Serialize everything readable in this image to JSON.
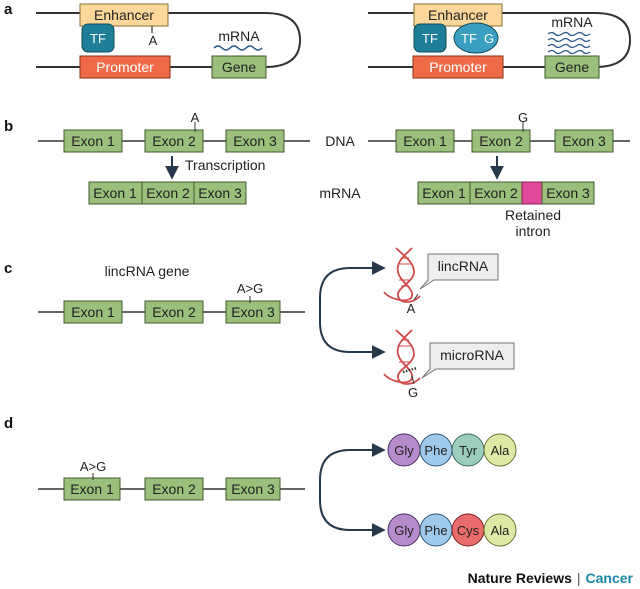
{
  "panels": {
    "a": {
      "letter": "a",
      "left": {
        "enhancer": "Enhancer",
        "tf": "TF",
        "allele": "A",
        "mrna": "mRNA",
        "promoter": "Promoter",
        "gene": "Gene"
      },
      "right": {
        "enhancer": "Enhancer",
        "tf": "TF",
        "tf2": "TF",
        "allele": "G",
        "mrna": "mRNA",
        "promoter": "Promoter",
        "gene": "Gene"
      }
    },
    "b": {
      "letter": "b",
      "dna_label": "DNA",
      "mrna_label": "mRNA",
      "left": {
        "allele": "A",
        "exons": [
          "Exon 1",
          "Exon 2",
          "Exon 3"
        ],
        "transcription": "Transcription",
        "mrna_exons": [
          "Exon 1",
          "Exon 2",
          "Exon 3"
        ]
      },
      "right": {
        "allele": "G",
        "exons": [
          "Exon 1",
          "Exon 2",
          "Exon 3"
        ],
        "mrna_exons": [
          "Exon 1",
          "Exon 2",
          "Exon 3"
        ],
        "retained_line1": "Retained",
        "retained_line2": "intron"
      }
    },
    "c": {
      "letter": "c",
      "gene_label": "lincRNA gene",
      "variant": "A>G",
      "exons": [
        "Exon 1",
        "Exon 2",
        "Exon 3"
      ],
      "top_callout": "lincRNA",
      "top_allele": "A",
      "bottom_callout": "microRNA",
      "bottom_allele": "G"
    },
    "d": {
      "letter": "d",
      "variant": "A>G",
      "exons": [
        "Exon 1",
        "Exon 2",
        "Exon 3"
      ],
      "top_peptide": [
        "Gly",
        "Phe",
        "Tyr",
        "Ala"
      ],
      "bottom_peptide": [
        "Gly",
        "Phe",
        "Cys",
        "Ala"
      ]
    }
  },
  "footer": {
    "journal": "Nature Reviews",
    "separator": "|",
    "section": "Cancer"
  },
  "colors": {
    "exon_fill": "#9cbf7b",
    "exon_stroke": "#3f5a2c",
    "enhancer_fill": "#fcd79a",
    "promoter_fill": "#ef6a47",
    "tf_fill": "#1f7f99",
    "tf_light": "#3a9fc0",
    "intron_pink": "#e0489a",
    "rna_red": "#d24b4b",
    "arrow_dark": "#27384a",
    "gly": "#b78ccd",
    "phe": "#9fc9eb",
    "tyr": "#9ccdbf",
    "cys": "#ea6b6b",
    "ala": "#dfe9a6",
    "cancer_blue": "#1b87a8"
  }
}
